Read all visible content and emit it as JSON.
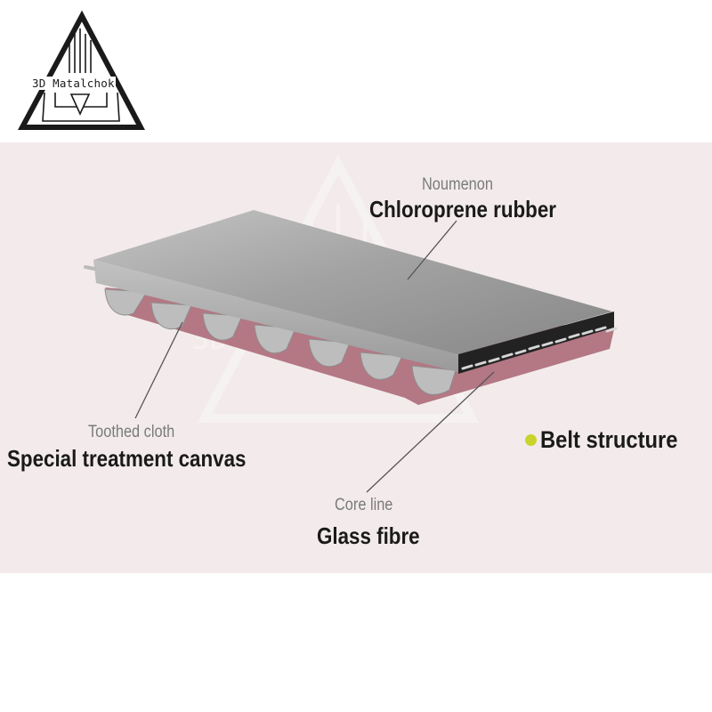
{
  "brand": {
    "name": "3D Matalchok"
  },
  "callouts": {
    "top": {
      "subtitle": "Noumenon",
      "title": "Chloroprene rubber"
    },
    "left": {
      "subtitle": "Toothed cloth",
      "title": "Special treatment canvas"
    },
    "bottom": {
      "subtitle": "Core line",
      "title": "Glass fibre"
    }
  },
  "heading": {
    "label": "Belt structure",
    "bullet_color": "#c8d42b"
  },
  "colors": {
    "panel_background": "#f3ebeb",
    "belt_top": "#9d9d9d",
    "belt_teeth": "#b7b7b7",
    "canvas_layer": "#b37884",
    "core_layer": "#222222",
    "leader_line": "#555555"
  }
}
